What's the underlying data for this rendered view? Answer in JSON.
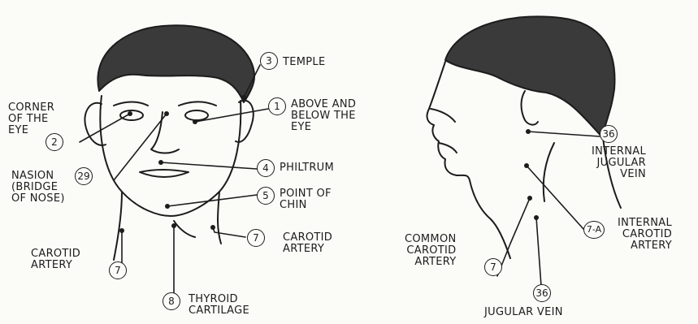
{
  "labels": {
    "temple": "TEMPLE",
    "above_below_eye": "ABOVE AND\nBELOW THE\nEYE",
    "corner_of_eye": "CORNER\nOF THE\nEYE",
    "nasion": "NASION\n(BRIDGE\nOF NOSE)",
    "philtrum": "PHILTRUM",
    "point_of_chin": "POINT OF\nCHIN",
    "carotid_artery_left": "CAROTID\nARTERY",
    "carotid_artery_right": "CAROTID\nARTERY",
    "thyroid_cartilage": "THYROID\nCARTILAGE",
    "internal_jugular_vein": "INTERNAL\nJUGULAR\nVEIN",
    "internal_carotid_artery": "INTERNAL\nCAROTID\nARTERY",
    "common_carotid_artery": "COMMON\nCAROTID\nARTERY",
    "jugular_vein": "JUGULAR VEIN"
  },
  "numbers": {
    "temple": "3",
    "above_below_eye": "1",
    "corner_of_eye": "2",
    "nasion": "29",
    "philtrum": "4",
    "point_of_chin": "5",
    "carotid_artery_left": "7",
    "carotid_artery_right": "7",
    "thyroid_cartilage": "8",
    "internal_jugular_vein": "36",
    "internal_carotid_artery": "7-A",
    "common_carotid_artery": "7",
    "jugular_vein": "36"
  }
}
